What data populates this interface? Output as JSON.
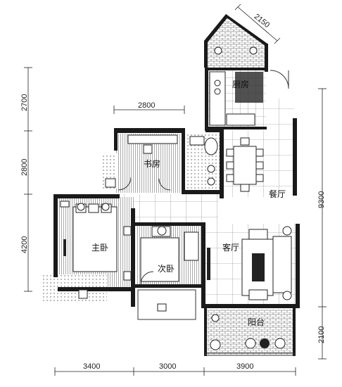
{
  "dimensions": {
    "top_diag": "2150",
    "top_width": "2800",
    "left": [
      "2700",
      "2800",
      "4200"
    ],
    "right": [
      "9300",
      "2100"
    ],
    "bottom": [
      "3400",
      "3000",
      "3900"
    ]
  },
  "rooms": {
    "kitchen": "厨房",
    "study": "书房",
    "dining": "餐厅",
    "living": "客厅",
    "master": "主卧",
    "second": "次卧",
    "balcony": "阳台"
  }
}
